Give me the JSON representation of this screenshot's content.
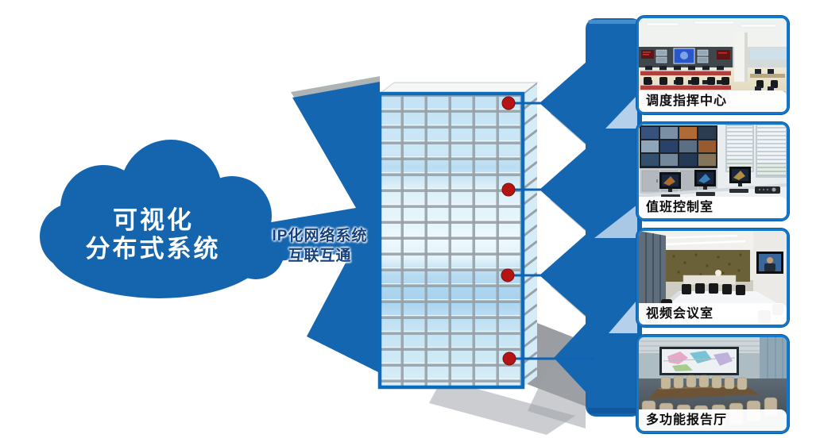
{
  "cloud": {
    "line1": "可视化",
    "line2": "分布式系统"
  },
  "link": {
    "line1": "IP化网络系统",
    "line2": "互联互通"
  },
  "rooms": [
    {
      "label": "调度指挥中心"
    },
    {
      "label": "值班控制室"
    },
    {
      "label": "视频会议室"
    },
    {
      "label": "多功能报告厅"
    }
  ],
  "colors": {
    "primary_blue": "#1566b0",
    "light_wedge_blue": "#aeccE8",
    "building_border": "#0c6cbb",
    "node_red": "#b51414",
    "card_border": "#1377cb",
    "link_text_blue": "#16417f"
  }
}
